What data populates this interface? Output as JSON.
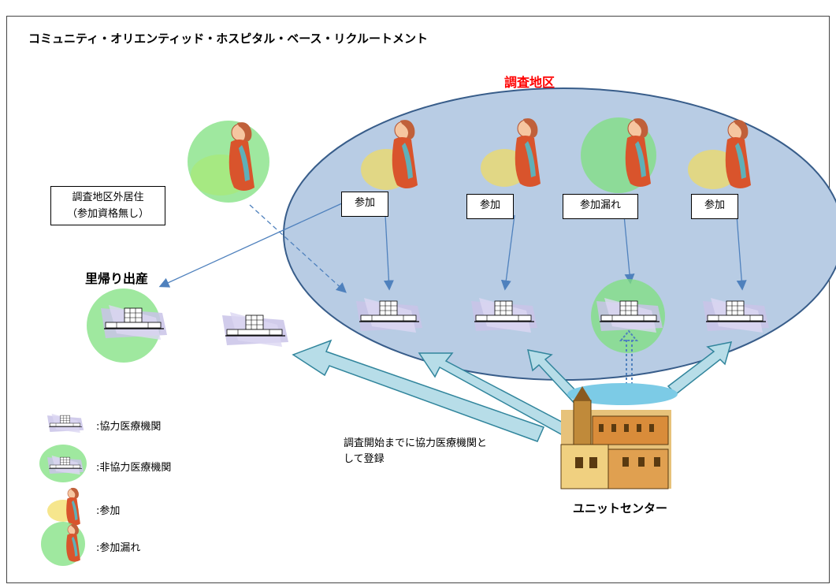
{
  "title": "コミュニティ・オリエンティッド・ホスピタル・ベース・リクルートメント",
  "region_label": "調査地区",
  "outside_box": {
    "line1": "調査地区外居住",
    "line2": "（参加資格無し）"
  },
  "satogaeri_label": "里帰り出産",
  "status_labels": [
    "参加",
    "参加",
    "参加漏れ",
    "参加"
  ],
  "registration_note": "調査開始までに協力医療機関として登録",
  "unit_center_label": "ユニットセンター",
  "legend": {
    "cooperating": ":協力医療機関",
    "noncooperating": ":非協力医療機関",
    "participating": ":参加",
    "missed": ":参加漏れ"
  },
  "colors": {
    "region_fill": "#b8cce4",
    "region_stroke": "#385d8a",
    "missed_fill": "#7fe07f",
    "participate_fill": "#f2dc5c",
    "arrow_fill": "#b7dde8",
    "arrow_stroke": "#31859c",
    "line": "#4f81bd",
    "title_red": "#ff0000"
  }
}
